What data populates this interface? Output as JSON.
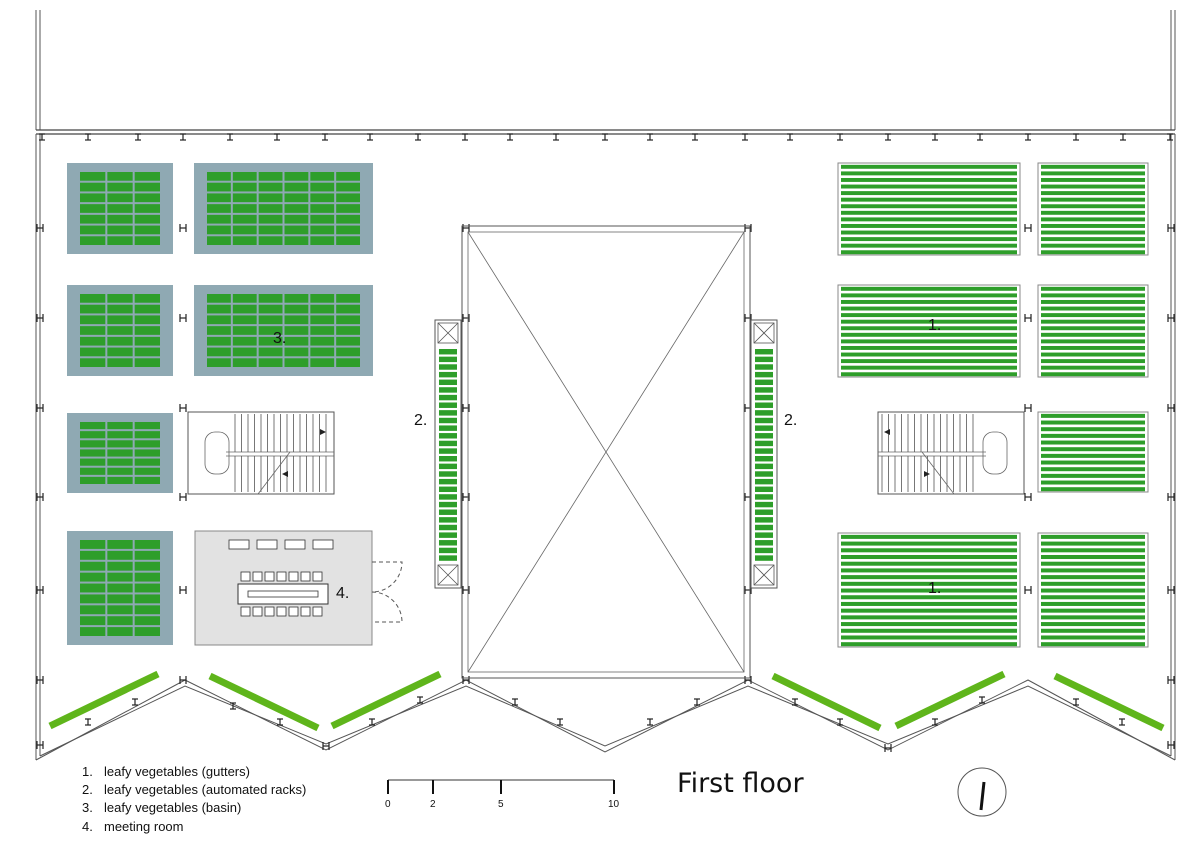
{
  "title": "First floor",
  "zone_labels": {
    "gutters_top": "1.",
    "gutters_bottom": "1.",
    "racks_left": "2.",
    "racks_right": "2.",
    "basin": "3.",
    "meeting": "4."
  },
  "legend": [
    {
      "num": "1.",
      "text": "leafy vegetables (gutters)"
    },
    {
      "num": "2.",
      "text": "leafy vegetables (automated racks)"
    },
    {
      "num": "3.",
      "text": "leafy vegetables (basin)"
    },
    {
      "num": "4.",
      "text": "meeting room"
    }
  ],
  "scale": {
    "ticks": [
      "0",
      "2",
      "5",
      "10"
    ]
  },
  "colors": {
    "green": "#2e9e2a",
    "basin_bg": "#8fa9b3",
    "meeting_bg": "#e2e2e2",
    "line": "#555555",
    "planter": "#5fb51b"
  }
}
